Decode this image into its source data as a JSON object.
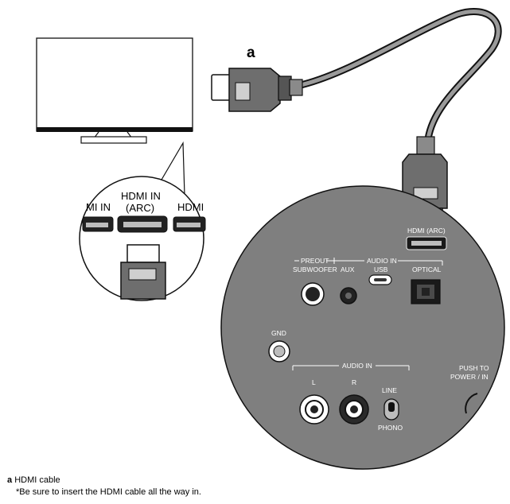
{
  "callout": {
    "key": "a",
    "description": "HDMI cable",
    "note": "*Be sure to insert the HDMI cable all the way in."
  },
  "tv_ports": {
    "left_partial": "MI IN",
    "center_line1": "HDMI IN",
    "center_line2": "(ARC)",
    "right_partial": "HDMI"
  },
  "panel": {
    "hdmi_arc": "HDMI (ARC)",
    "preout": "PREOUT",
    "subwoofer": "SUBWOOFER",
    "aux": "AUX",
    "audio_in_top": "AUDIO IN",
    "usb": "USB",
    "optical": "OPTICAL",
    "gnd": "GND",
    "audio_in_bottom": "AUDIO IN",
    "left": "L",
    "right": "R",
    "line": "LINE",
    "phono": "PHONO",
    "push_to_1": "PUSH TO",
    "push_to_2": "POWER / IN"
  },
  "colors": {
    "panel_fill": "#7f7f7f",
    "cable_fill": "#6e6e6e",
    "outline": "#111111"
  }
}
